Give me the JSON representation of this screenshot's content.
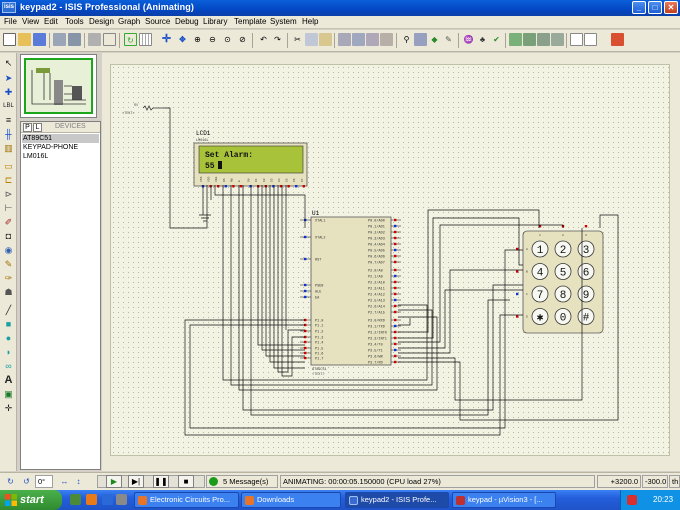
{
  "window": {
    "title": "keypad2 - ISIS Professional (Animating)",
    "app_icon_text": "isis",
    "minimize": "_",
    "maximize": "□",
    "close": "✕"
  },
  "menu": [
    "File",
    "View",
    "Edit",
    "Tools",
    "Design",
    "Graph",
    "Source",
    "Debug",
    "Library",
    "Template",
    "System",
    "Help"
  ],
  "devices": {
    "tab_p": "P",
    "tab_l": "L",
    "label": "DEVICES",
    "items": [
      "AT89C51",
      "KEYPAD-PHONE",
      "LM016L"
    ],
    "selected_index": 0
  },
  "schematic": {
    "lcd": {
      "ref": "LCD1",
      "part": "LM016L",
      "text_hidden": "<TEXT>",
      "line1": "Set Alarm:",
      "line2": "55",
      "pin_labels": [
        "VSS",
        "VDD",
        "VEE",
        "RS",
        "RW",
        "E",
        "D0",
        "D1",
        "D2",
        "D3",
        "D4",
        "D5",
        "D6",
        "D7"
      ]
    },
    "pot": {
      "ref": "RV",
      "value": "<TEXT>"
    },
    "mcu": {
      "ref": "U1",
      "part": "AT89C51",
      "text_hidden": "<TEXT>",
      "left_pins": [
        "XTAL1",
        "XTAL2",
        "RST",
        "PSEN",
        "ALE",
        "EA",
        "P1.0",
        "P1.1",
        "P1.2",
        "P1.3",
        "P1.4",
        "P1.5",
        "P1.6",
        "P1.7"
      ],
      "right_pins": [
        "P0.0/AD0",
        "P0.1/AD1",
        "P0.2/AD2",
        "P0.3/AD3",
        "P0.4/AD4",
        "P0.5/AD5",
        "P0.6/AD6",
        "P0.7/AD7",
        "P2.0/A8",
        "P2.1/A9",
        "P2.2/A10",
        "P2.3/A11",
        "P2.4/A12",
        "P2.5/A13",
        "P2.6/A14",
        "P2.7/A15",
        "P3.0/RXD",
        "P3.1/TXD",
        "P3.2/INT0",
        "P3.3/INT1",
        "P3.4/T0",
        "P3.5/T1",
        "P3.6/WR",
        "P3.7/RD"
      ]
    },
    "keypad": {
      "keys": [
        "1",
        "2",
        "3",
        "4",
        "5",
        "6",
        "7",
        "8",
        "9",
        "✱",
        "0",
        "#"
      ],
      "row_labels": [
        "A",
        "B",
        "C",
        "D"
      ],
      "col_labels": [
        "1",
        "2",
        "3"
      ]
    }
  },
  "status": {
    "rotation_value": "0°",
    "messages": "5 Message(s)",
    "animating": "ANIMATING: 00:00:05.150000 (CPU load 27%)",
    "x_coord": "+3200.0",
    "y_coord": "-300.0",
    "unit": "th"
  },
  "taskbar": {
    "start": "start",
    "tasks": [
      "Electronic Circuits Pro...",
      "Downloads",
      "keypad2 - ISIS Profe...",
      "keypad - µVision3 - [..."
    ],
    "active_task_index": 2,
    "clock": "20:23"
  },
  "colors": {
    "titlebar": "#0447c4",
    "lcd_background": "#a8c23a",
    "wire": "#000000",
    "pin_high": "#d00000",
    "pin_low": "#1030d0",
    "sheet": "#f3f3e4",
    "chip_body": "#e6e2c0"
  }
}
